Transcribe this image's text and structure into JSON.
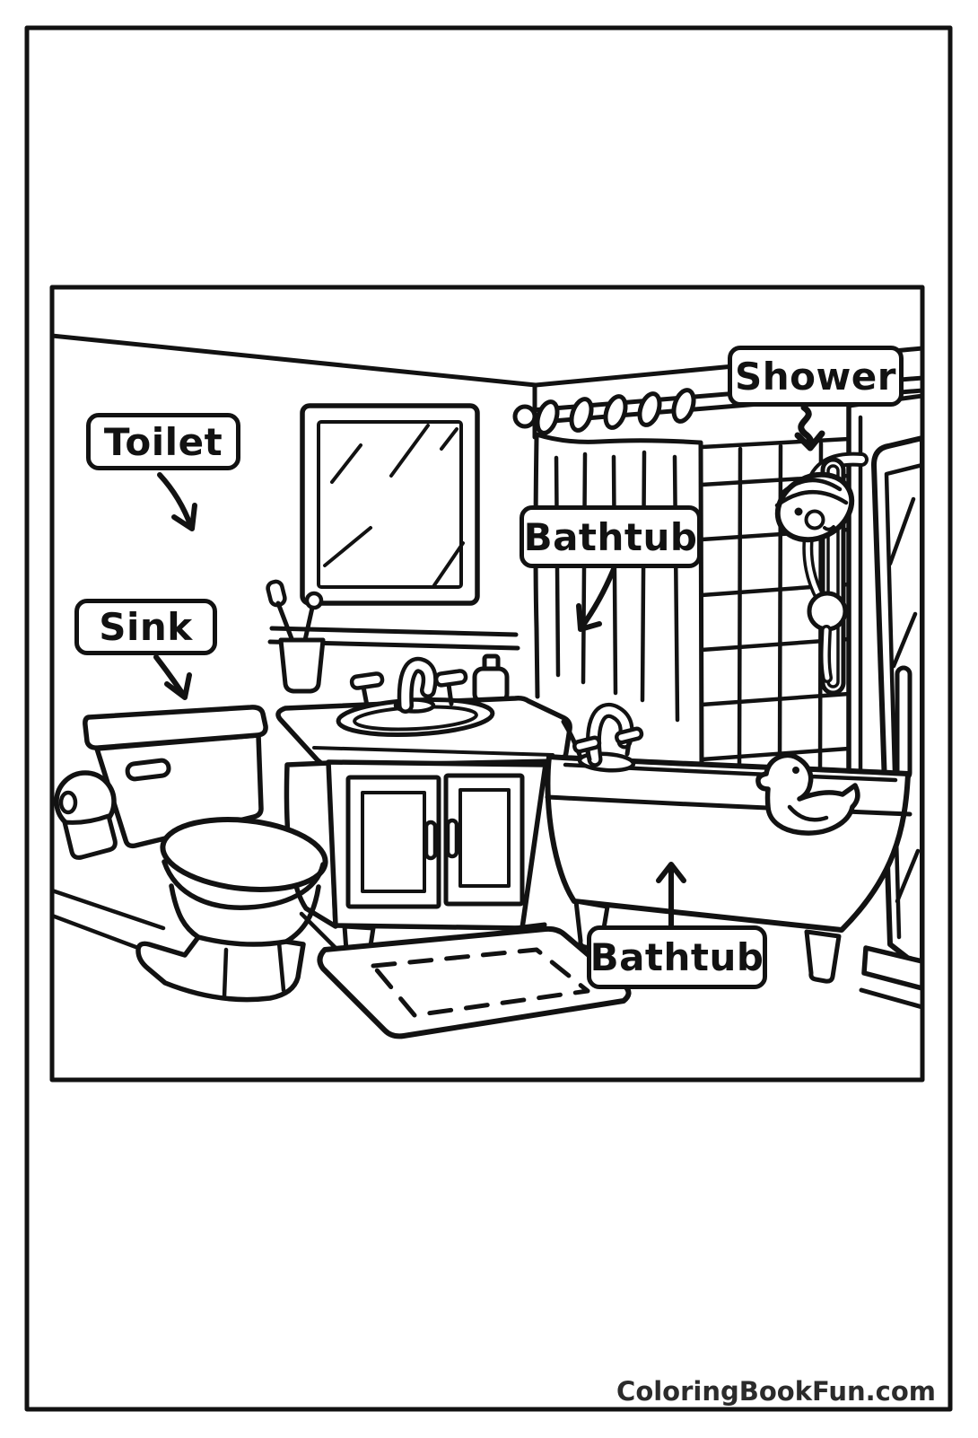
{
  "page": {
    "background": "#ffffff",
    "ink": "#121212"
  },
  "labels": {
    "toilet": "Toilet",
    "sink": "Sink",
    "bathtub_top": "Bathtub",
    "shower": "Shower",
    "bathtub_bottom": "Bathtub"
  },
  "footer": {
    "website": "ColoringBookFun.com",
    "color": "#2b2b2b"
  },
  "scene": {
    "objects": [
      "mirror",
      "shelf",
      "toothbrush-cup",
      "soap-bottle",
      "vanity-sink",
      "sink-faucet",
      "toilet",
      "toilet-paper-roll",
      "bath-mat",
      "curtain-rod",
      "shower-curtain",
      "tiled-wall",
      "shower-head",
      "shower-slide-bar",
      "shower-door",
      "bathtub",
      "bathtub-faucet",
      "rubber-duck"
    ]
  }
}
